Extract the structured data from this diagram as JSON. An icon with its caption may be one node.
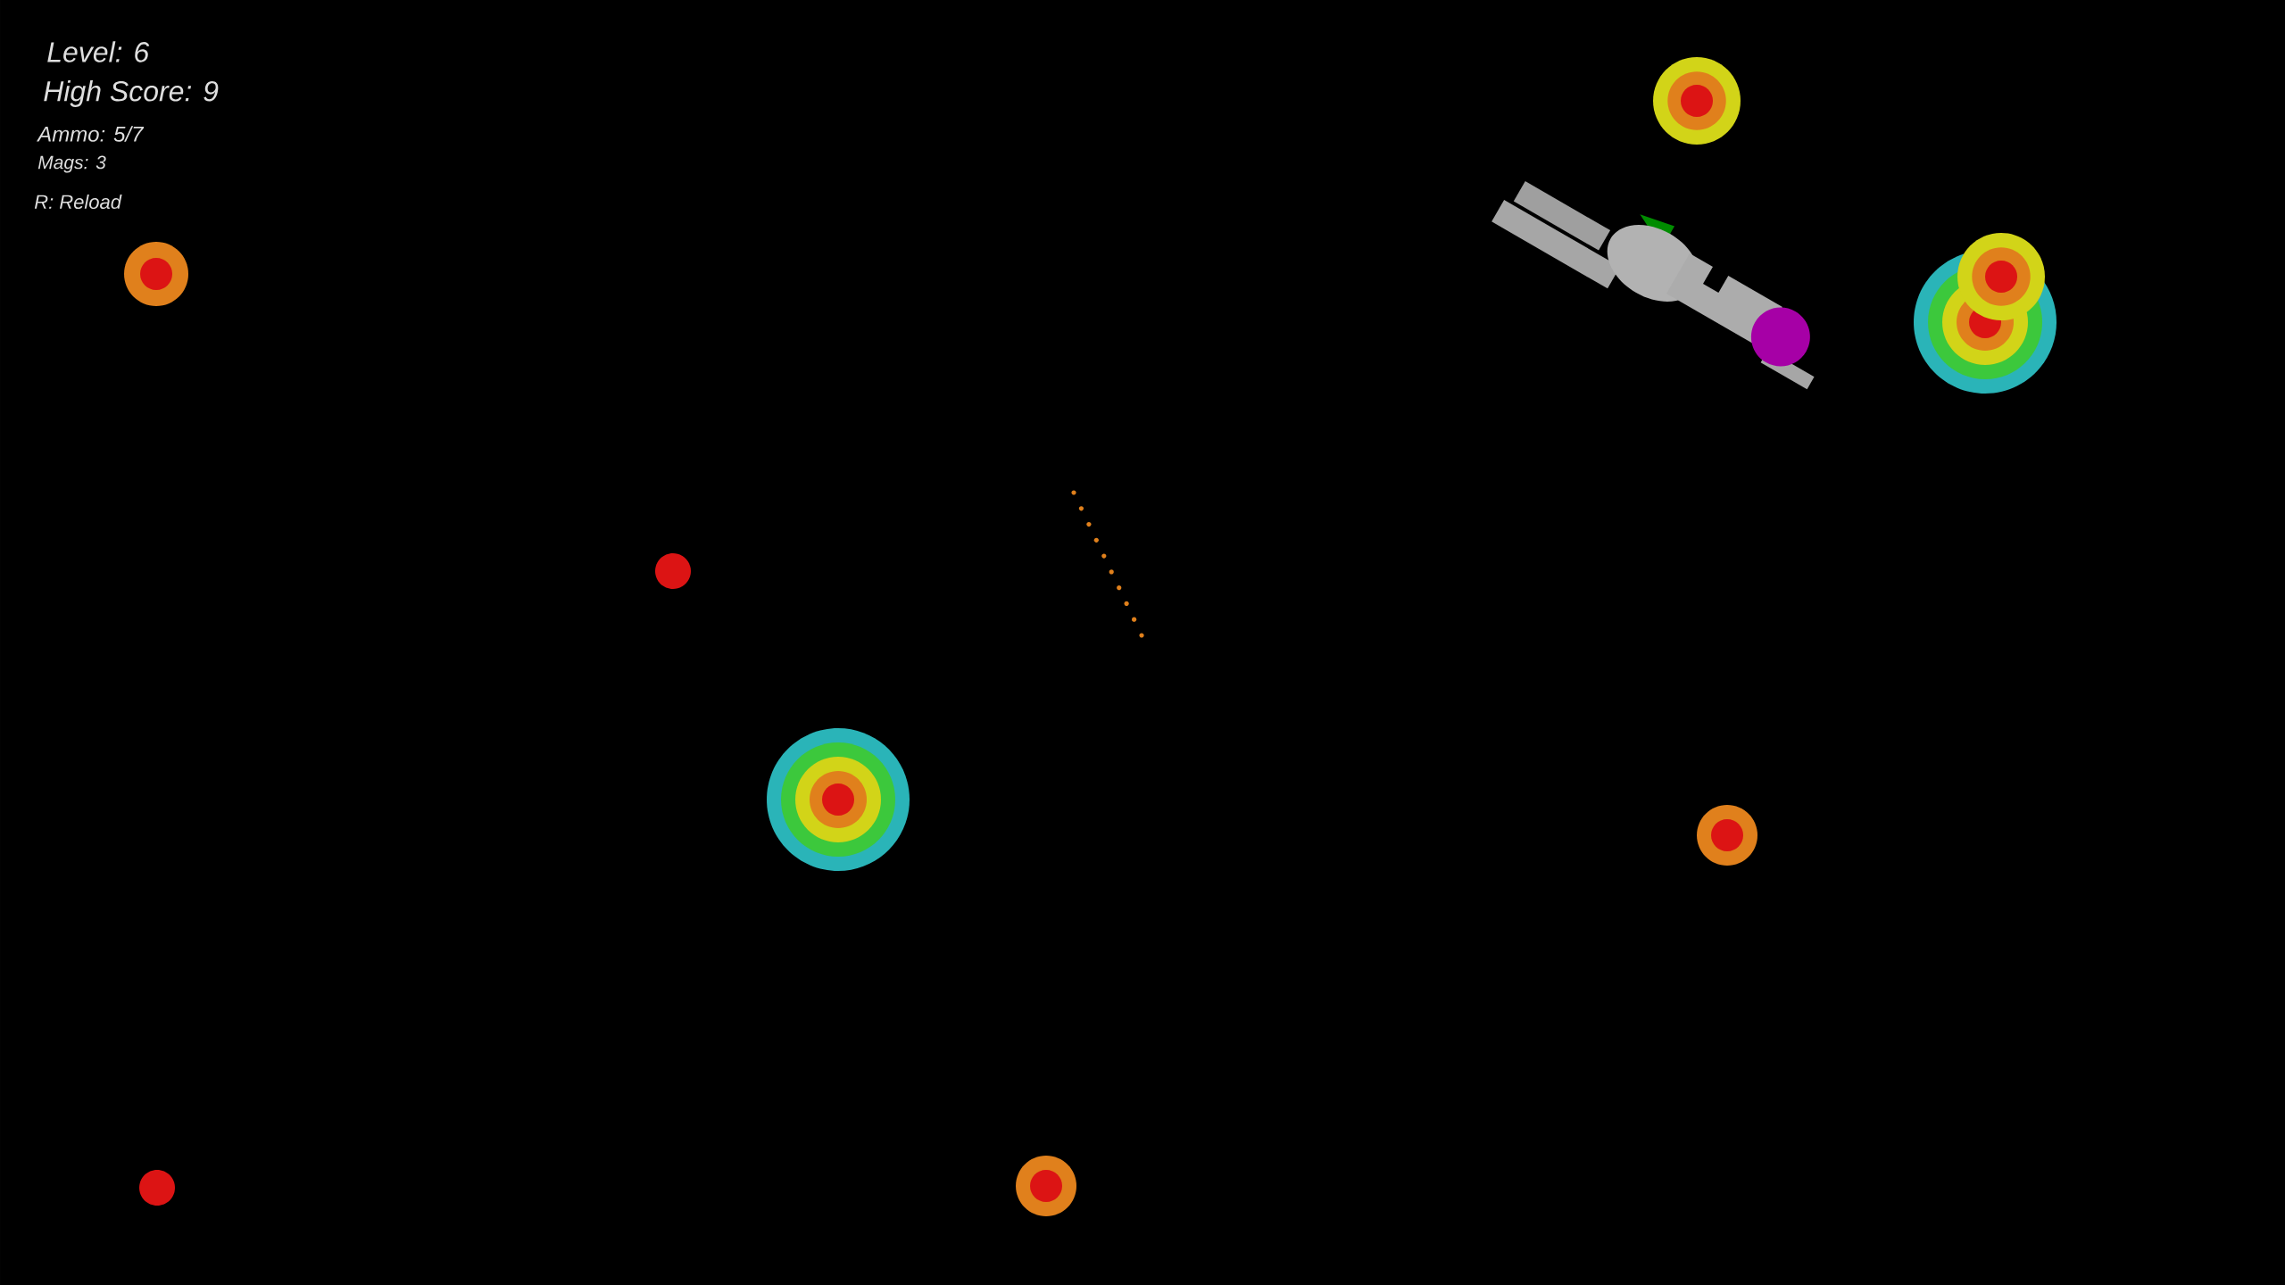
{
  "diagram": {
    "labels": [
      "Level: 6",
      "High Score: 9",
      "Ammo: 5/7",
      "Mags: 3",
      "R: Reload"
    ]
  }
}
